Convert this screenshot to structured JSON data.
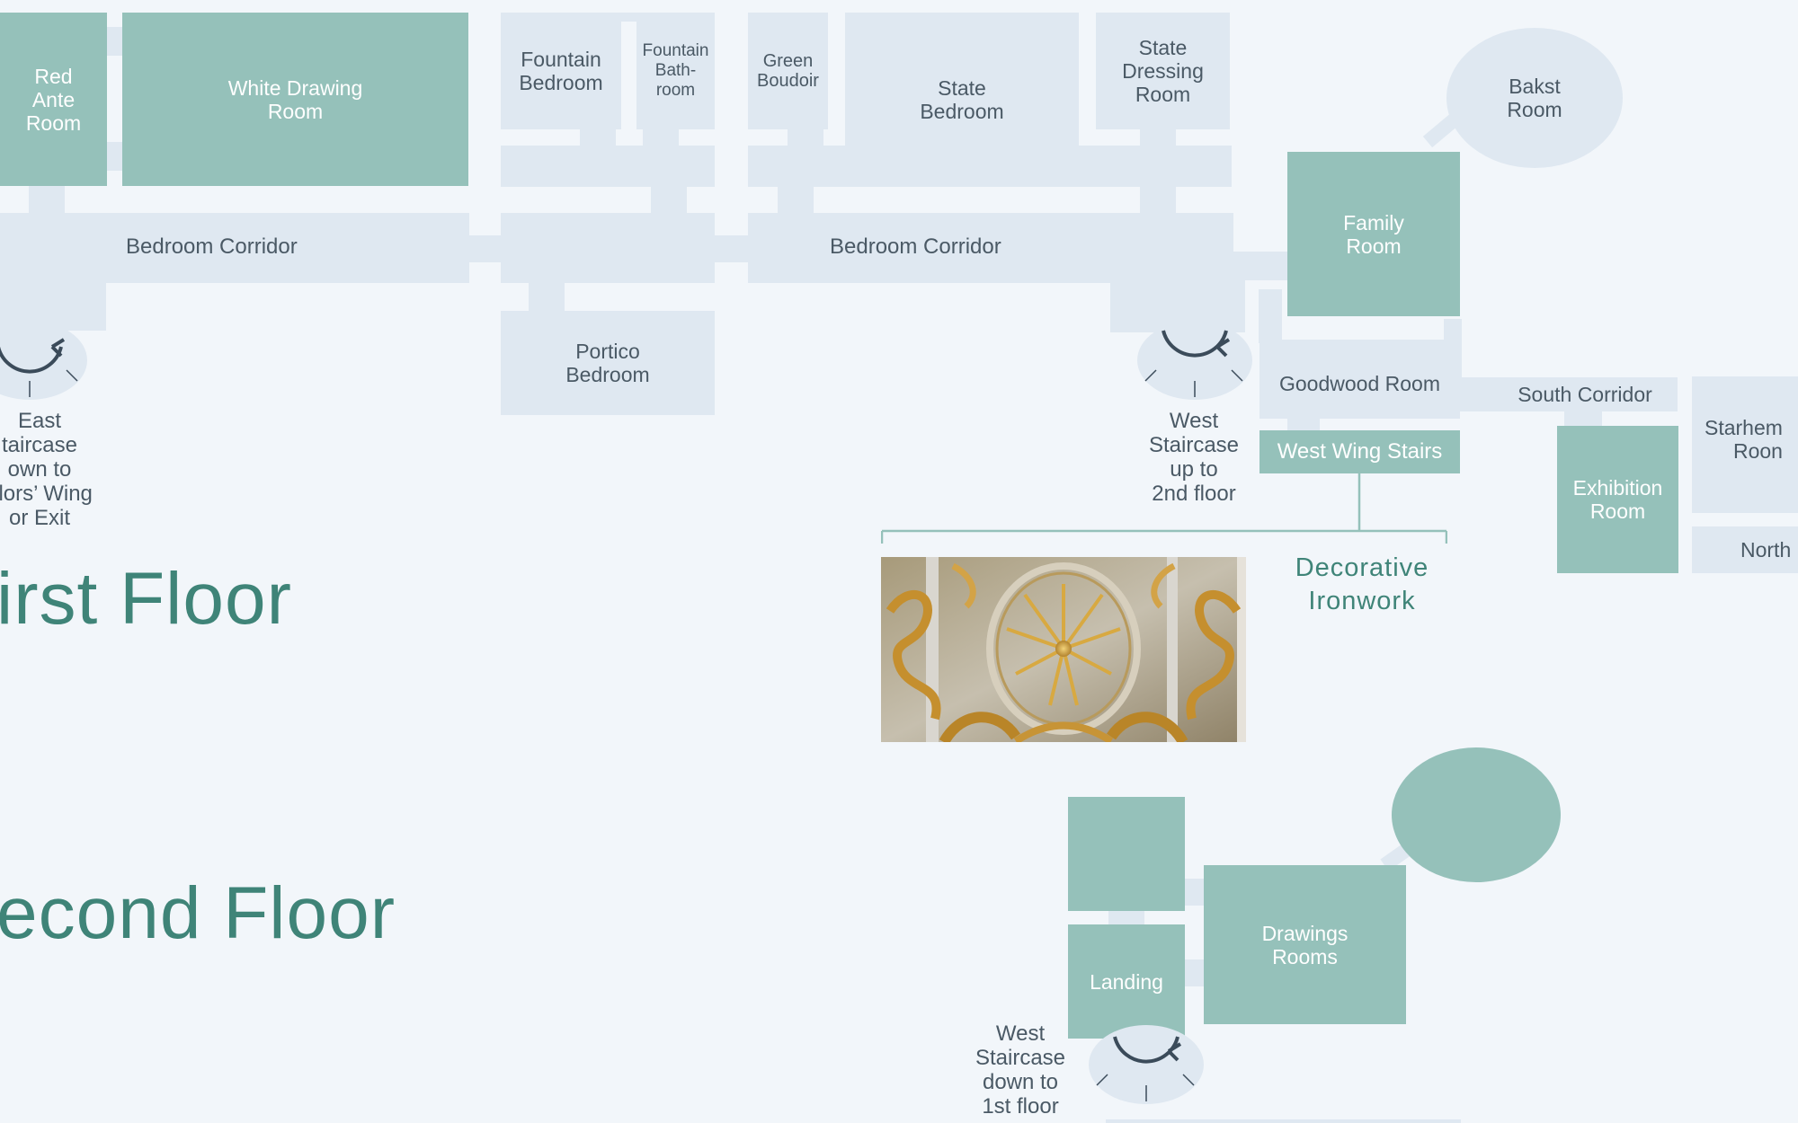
{
  "first_floor": {
    "title": "irst Floor",
    "rooms": {
      "red_ante_room": "Red\nAnte\nRoom",
      "white_drawing_room": "White Drawing\nRoom",
      "fountain_bedroom": "Fountain\nBedroom",
      "fountain_bathroom": "Fountain\nBath-\nroom",
      "green_boudoir": "Green\nBoudoir",
      "state_bedroom": "State\nBedroom",
      "state_dressing_room": "State\nDressing\nRoom",
      "bakst_room": "Bakst\nRoom",
      "family_room": "Family\nRoom",
      "portico_bedroom": "Portico\nBedroom",
      "goodwood_room": "Goodwood Room",
      "exhibition_room": "Exhibition\nRoom",
      "starhem_room": "Starhem\nRoon",
      "north": "North",
      "west_wing_stairs": "West Wing Stairs"
    },
    "corridors": {
      "bedroom_corridor_left": "Bedroom Corridor",
      "bedroom_corridor_right": "Bedroom Corridor",
      "south_corridor": "South Corridor"
    },
    "stairs": {
      "east_staircase": "East\ntaircase\nown to\nelors’ Wing\nor Exit",
      "west_staircase": "West\nStaircase\nup to\n2nd floor"
    },
    "callout": {
      "label": "Decorative\nIronwork"
    }
  },
  "second_floor": {
    "title": "econd Floor",
    "rooms": {
      "drawings_rooms": "Drawings\nRooms",
      "landing": "Landing"
    },
    "stairs": {
      "west_staircase": "West\nStaircase\ndown to\n1st floor"
    }
  },
  "colors": {
    "background": "#f2f6fa",
    "room_light": "#dfe8f1",
    "room_accent": "#95c1ba",
    "text": "#4a5965",
    "title": "#3f8478",
    "stair_symbol": "#3b4b5a"
  }
}
